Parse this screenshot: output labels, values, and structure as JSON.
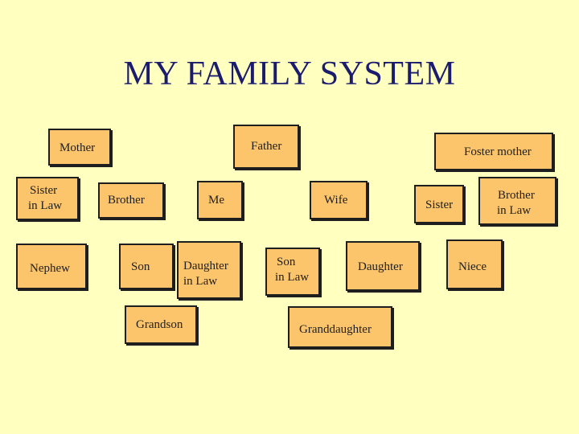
{
  "title": "MY FAMILY SYSTEM",
  "colors": {
    "background": "#ffffc0",
    "box_fill": "#fdc56b",
    "box_border": "#1e1e1e",
    "title_text": "#1c1c6e"
  },
  "members": {
    "mother": "Mother",
    "father": "Father",
    "foster_mother": "Foster mother",
    "sister_in_law": [
      "Sister",
      "in Law"
    ],
    "brother": "Brother",
    "me": "Me",
    "wife": "Wife",
    "sister": "Sister",
    "brother_in_law": [
      "Brother",
      "in Law"
    ],
    "nephew": "Nephew",
    "son": "Son",
    "daughter_in_law": [
      "Daughter",
      "in Law"
    ],
    "son_in_law": [
      "Son",
      "in Law"
    ],
    "daughter": "Daughter",
    "niece": "Niece",
    "grandson": "Grandson",
    "granddaughter": "Granddaughter"
  }
}
